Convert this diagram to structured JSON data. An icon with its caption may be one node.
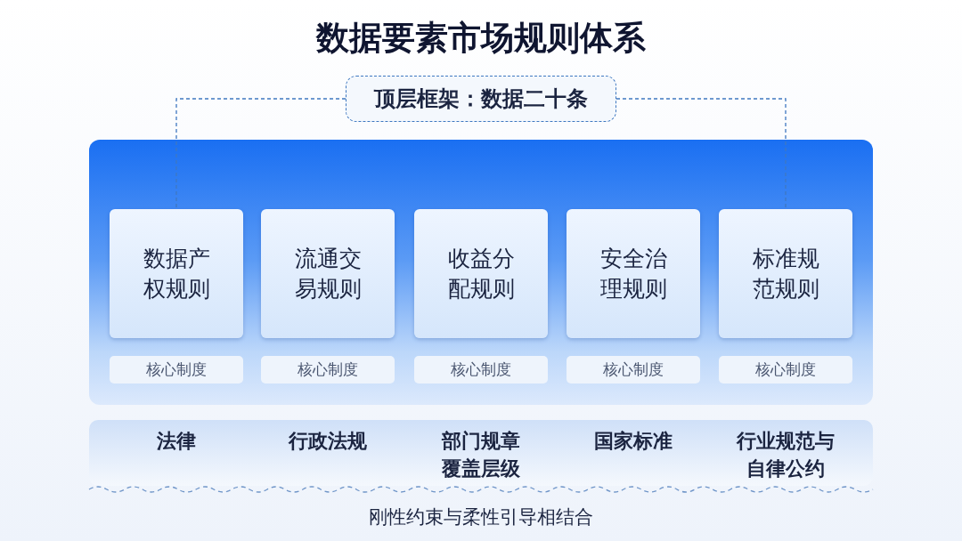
{
  "diagram": {
    "title": "数据要素市场规则体系",
    "nodes": [
      {
        "text": [
          "顶层框架：数据二十条"
        ]
      },
      {
        "text": [],
        "shape": "box"
      },
      {
        "text": [
          "数据产权规则"
        ],
        "in": 1
      },
      {
        "text": [
          "流通交易规则"
        ],
        "in": 1
      },
      {
        "text": [
          "收益分配规则"
        ],
        "in": 1
      },
      {
        "text": [
          "安全治理规则"
        ],
        "in": 1
      },
      {
        "text": [
          "标准规范规则"
        ],
        "in": 1
      },
      {
        "text": [
          "核心制度"
        ],
        "in": 1
      },
      {
        "text": [
          "核心制度"
        ],
        "in": 1
      },
      {
        "text": [
          "核心制度"
        ],
        "in": 1
      },
      {
        "text": [
          "核心制度"
        ],
        "in": 1
      },
      {
        "text": [
          "核心制度"
        ],
        "in": 1
      },
      {
        "text": [
          "法律",
          "行政法规",
          "部门规章覆盖层级",
          "国家标准",
          "行业规范与自律公约"
        ]
      }
    ],
    "edges": [
      {
        "from": 0,
        "to": 2,
        "arrow": "none",
        "style": "dashed"
      },
      {
        "from": 0,
        "to": 6,
        "arrow": "none",
        "style": "dashed"
      }
    ],
    "labels": [
      "刚性约束与柔性引导相结合"
    ]
  }
}
